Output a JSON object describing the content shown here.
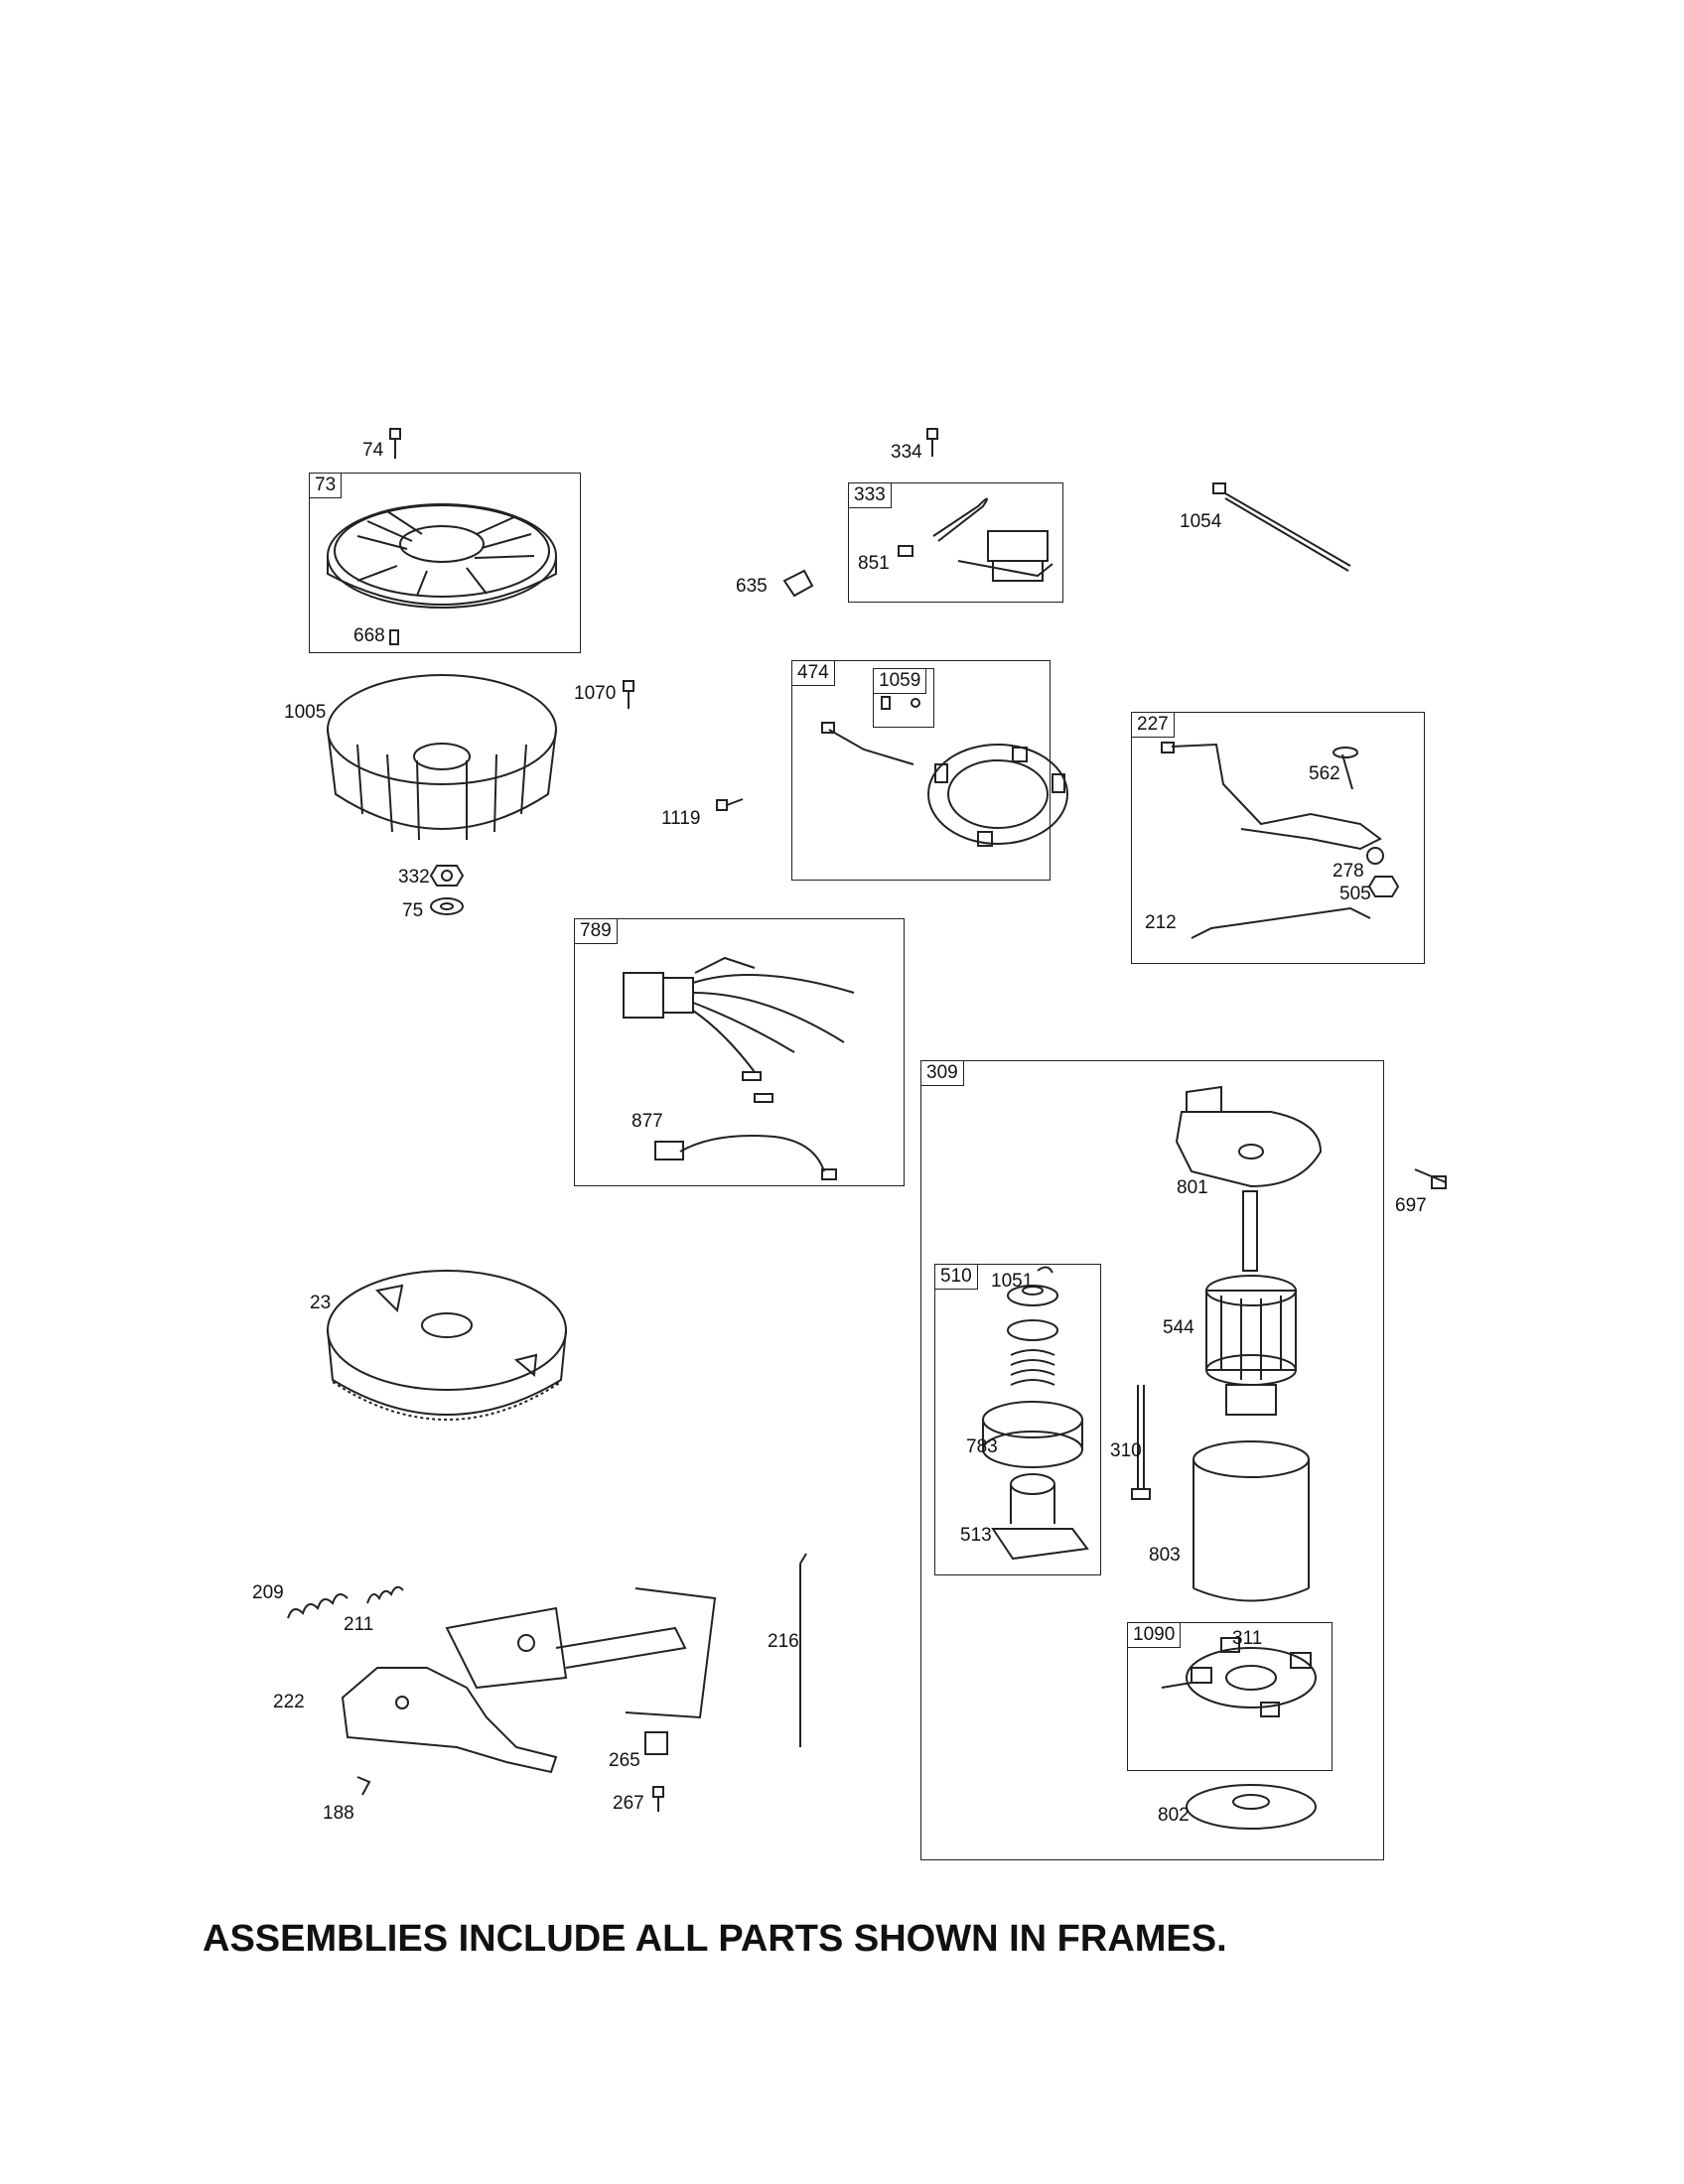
{
  "frames": {
    "f73": "73",
    "f333": "333",
    "f474": "474",
    "f1059": "1059",
    "f227": "227",
    "f789": "789",
    "f309": "309",
    "f510": "510",
    "f1090": "1090"
  },
  "labels": {
    "p74": "74",
    "p668": "668",
    "p1005": "1005",
    "p1070": "1070",
    "p332": "332",
    "p75": "75",
    "p334": "334",
    "p851": "851",
    "p635": "635",
    "p1054": "1054",
    "p1119": "1119",
    "p562": "562",
    "p278": "278",
    "p505": "505",
    "p212": "212",
    "p877": "877",
    "p801": "801",
    "p697": "697",
    "p1051": "1051",
    "p544": "544",
    "p783": "783",
    "p310": "310",
    "p513": "513",
    "p803": "803",
    "p311": "311",
    "p802": "802",
    "p23": "23",
    "p209": "209",
    "p211": "211",
    "p222": "222",
    "p216": "216",
    "p265": "265",
    "p267": "267",
    "p188": "188"
  },
  "caption": "ASSEMBLIES INCLUDE ALL PARTS SHOWN IN FRAMES."
}
